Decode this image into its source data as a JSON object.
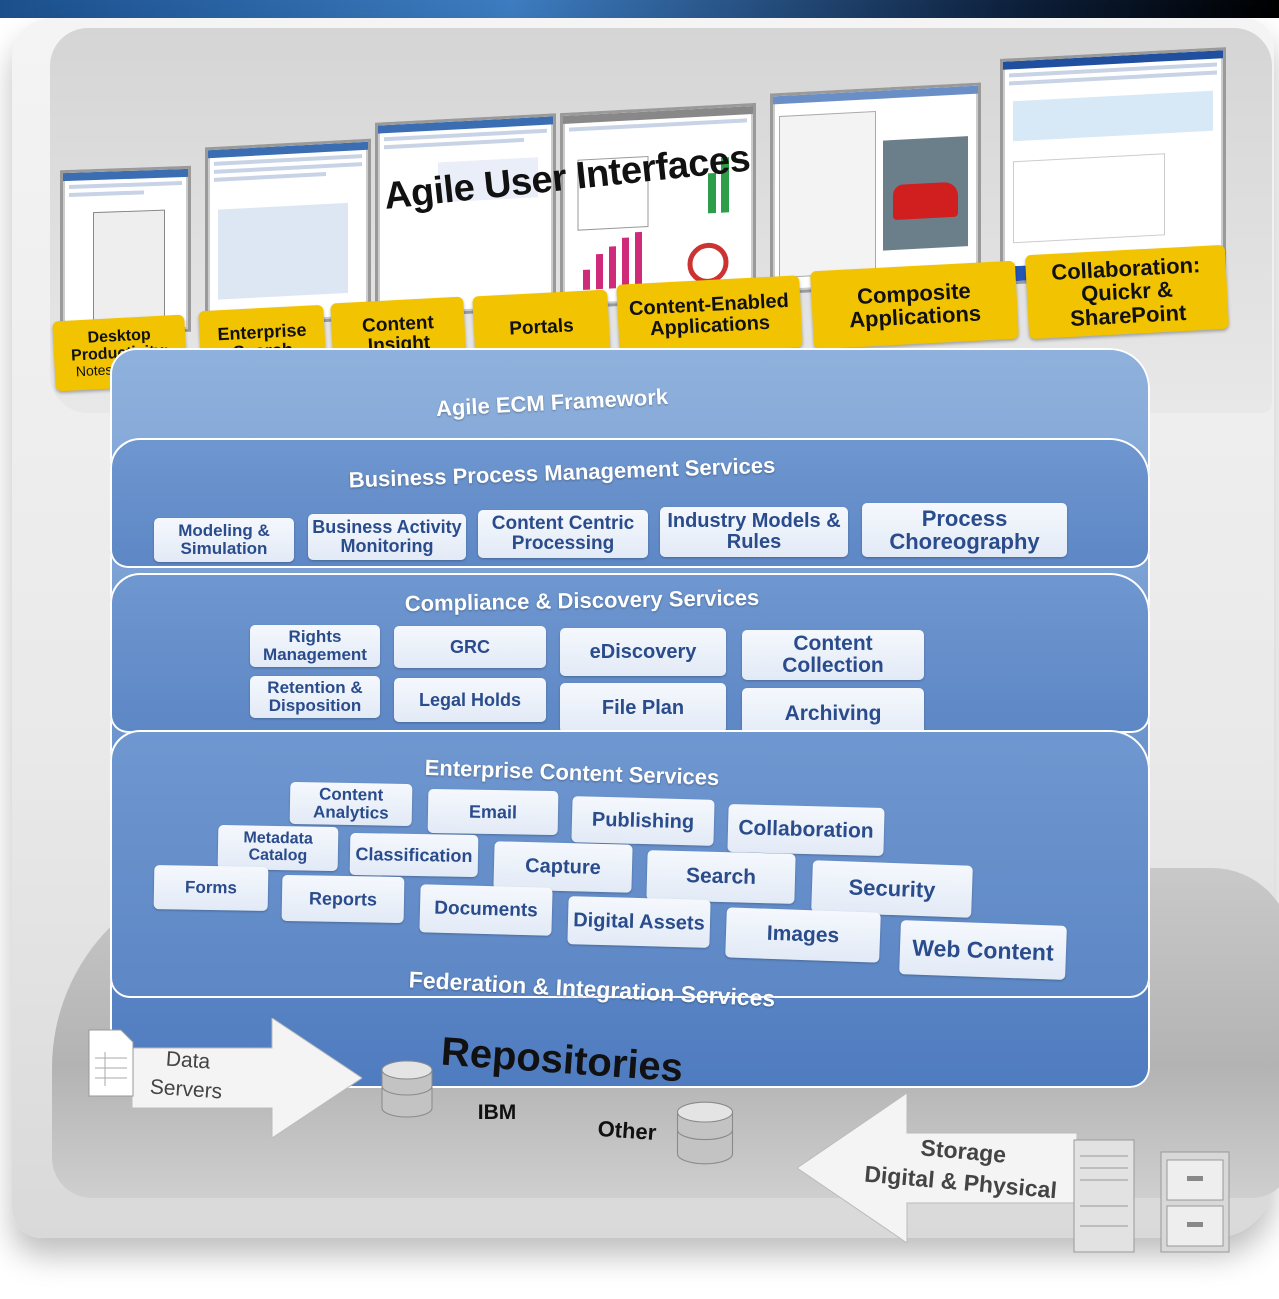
{
  "title": "Agile User Interfaces",
  "ui_tags": [
    {
      "id": "desktop",
      "lines": [
        "Desktop",
        "Productivity:",
        "Notes & Office"
      ]
    },
    {
      "id": "search",
      "lines": [
        "Enterprise",
        "Search"
      ]
    },
    {
      "id": "insight",
      "lines": [
        "Content",
        "Insight"
      ]
    },
    {
      "id": "portals",
      "lines": [
        "Portals"
      ]
    },
    {
      "id": "cea",
      "lines": [
        "Content-Enabled",
        "Applications"
      ]
    },
    {
      "id": "composite",
      "lines": [
        "Composite",
        "Applications"
      ]
    },
    {
      "id": "collab",
      "lines": [
        "Collaboration:",
        "Quickr &",
        "SharePoint"
      ]
    }
  ],
  "framework_title": "Agile ECM Framework",
  "bpm": {
    "title": "Business Process Management Services",
    "items": [
      "Modeling & Simulation",
      "Business Activity Monitoring",
      "Content Centric Processing",
      "Industry Models & Rules",
      "Process Choreography"
    ]
  },
  "compliance": {
    "title": "Compliance & Discovery Services",
    "items": [
      "Rights Management",
      "GRC",
      "eDiscovery",
      "Content Collection",
      "Retention & Disposition",
      "Legal Holds",
      "File Plan",
      "Archiving"
    ]
  },
  "ecs": {
    "title": "Enterprise Content Services",
    "items": [
      "Content Analytics",
      "Email",
      "Publishing",
      "Collaboration",
      "Metadata Catalog",
      "Classification",
      "Capture",
      "Search",
      "Security",
      "Forms",
      "Reports",
      "Documents",
      "Digital Assets",
      "Images",
      "Web Content"
    ]
  },
  "federation_title": "Federation & Integration Services",
  "repositories": {
    "title": "Repositories",
    "ibm": "IBM",
    "other": "Other"
  },
  "data_servers": [
    "Data",
    "Servers"
  ],
  "storage": [
    "Storage",
    "Digital & Physical"
  ]
}
